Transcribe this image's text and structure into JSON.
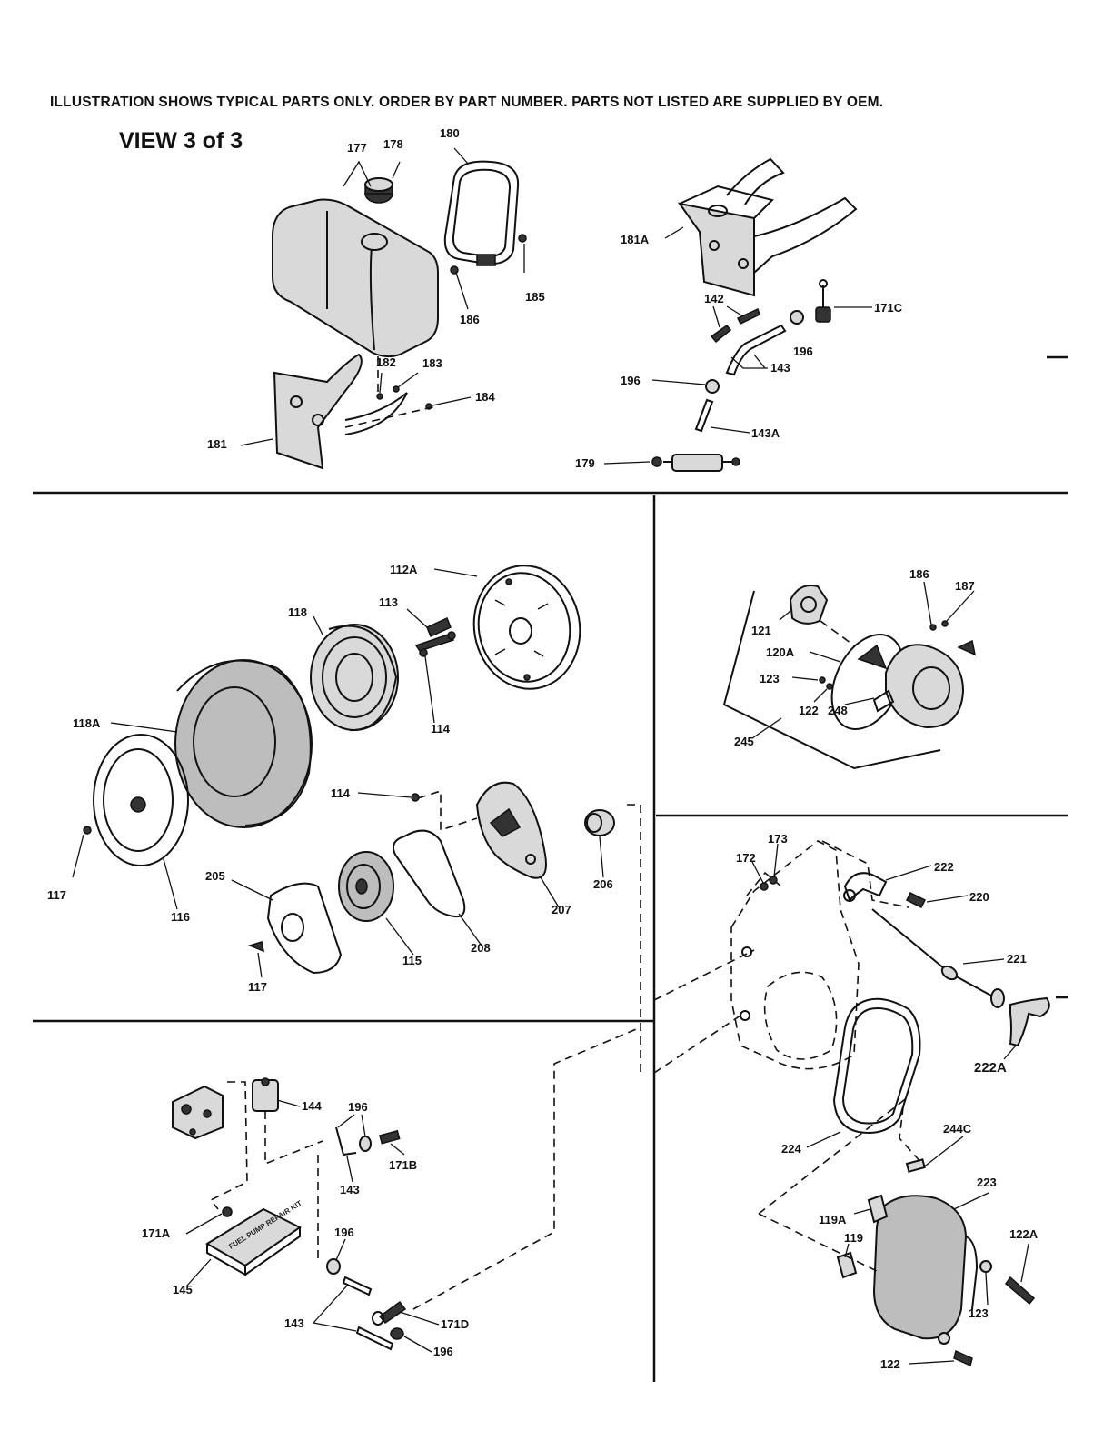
{
  "header": {
    "notice": "ILLUSTRATION SHOWS TYPICAL PARTS ONLY. ORDER BY PART NUMBER. PARTS NOT LISTED ARE SUPPLIED BY OEM.",
    "view_title": "VIEW 3 of 3"
  },
  "callouts": {
    "c177": "177",
    "c178": "178",
    "c180": "180",
    "c185": "185",
    "c186": "186",
    "c182": "182",
    "c183": "183",
    "c184": "184",
    "c181": "181",
    "c181A": "181A",
    "c142": "142",
    "c171C": "171C",
    "c196a": "196",
    "c143": "143",
    "c196b": "196",
    "c143A": "143A",
    "c179": "179",
    "c112A": "112A",
    "c113": "113",
    "c118": "118",
    "c114a": "114",
    "c118A": "118A",
    "c117a": "117",
    "c116": "116",
    "c114b": "114",
    "c206": "206",
    "c207": "207",
    "c205": "205",
    "c115": "115",
    "c208": "208",
    "c117b": "117",
    "c186b": "186",
    "c187": "187",
    "c121": "121",
    "c120A": "120A",
    "c123a": "123",
    "c122a": "122",
    "c248": "248",
    "c245": "245",
    "c173": "173",
    "c172": "172",
    "c222": "222",
    "c220": "220",
    "c221": "221",
    "c222A": "222A",
    "c224": "224",
    "c244C": "244C",
    "c223": "223",
    "c119A": "119A",
    "c119": "119",
    "c122A": "122A",
    "c123b": "123",
    "c122b": "122",
    "c144": "144",
    "c196c": "196",
    "c171B": "171B",
    "c143b": "143",
    "c171A": "171A",
    "c196d": "196",
    "c145": "145",
    "c143c": "143",
    "c171D": "171D",
    "c196e": "196"
  },
  "kit_label": "FUEL PUMP REPAIR KIT"
}
